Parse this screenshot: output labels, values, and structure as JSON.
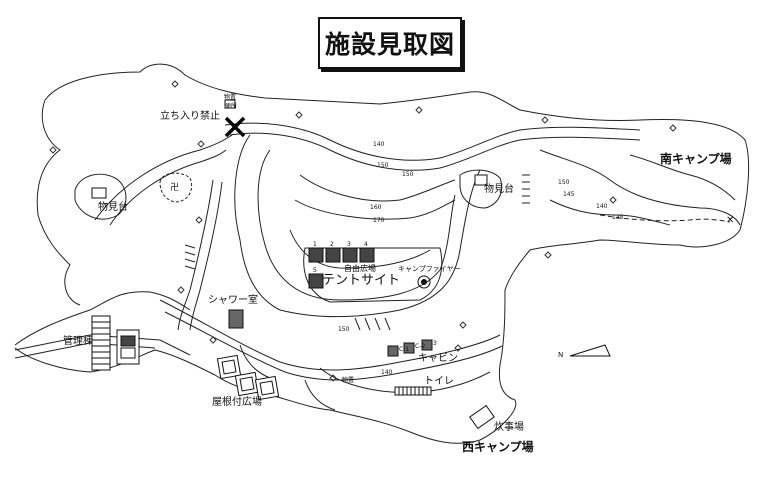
{
  "title": "施設見取図",
  "labels": {
    "no_entry": "立ち入り禁止",
    "lookout_nw": "物見台",
    "lookout_ne": "物見台",
    "south_camp": "南キャンプ場",
    "west_camp": "西キャンプ場",
    "free_plaza": "自由広場",
    "tent_site": "テントサイト",
    "campfire": "キャンプファイヤー",
    "shower": "シャワー室",
    "admin": "管理棟",
    "roofed_plaza": "屋根付広場",
    "cabin": "キャビン",
    "toilet": "トイレ",
    "kitchen": "炊事場",
    "storage_top": "物置",
    "storage_mid": "物置",
    "toilet_top": "便所",
    "north": "N",
    "elev_140a": "140",
    "elev_150a": "150",
    "elev_160": "160",
    "elev_170": "170",
    "elev_150b": "150",
    "elev_140b": "140",
    "elev_150c": "150",
    "elev_145": "145",
    "elev_140c": "140",
    "elev_150d": "150",
    "elev_135": "135"
  },
  "tents": [
    "1",
    "2",
    "3",
    "4",
    "5"
  ],
  "cabins": [
    "C-1",
    "C-2",
    "3"
  ],
  "marks": {
    "x_mark": "✕",
    "lookout_sym": "卍"
  }
}
